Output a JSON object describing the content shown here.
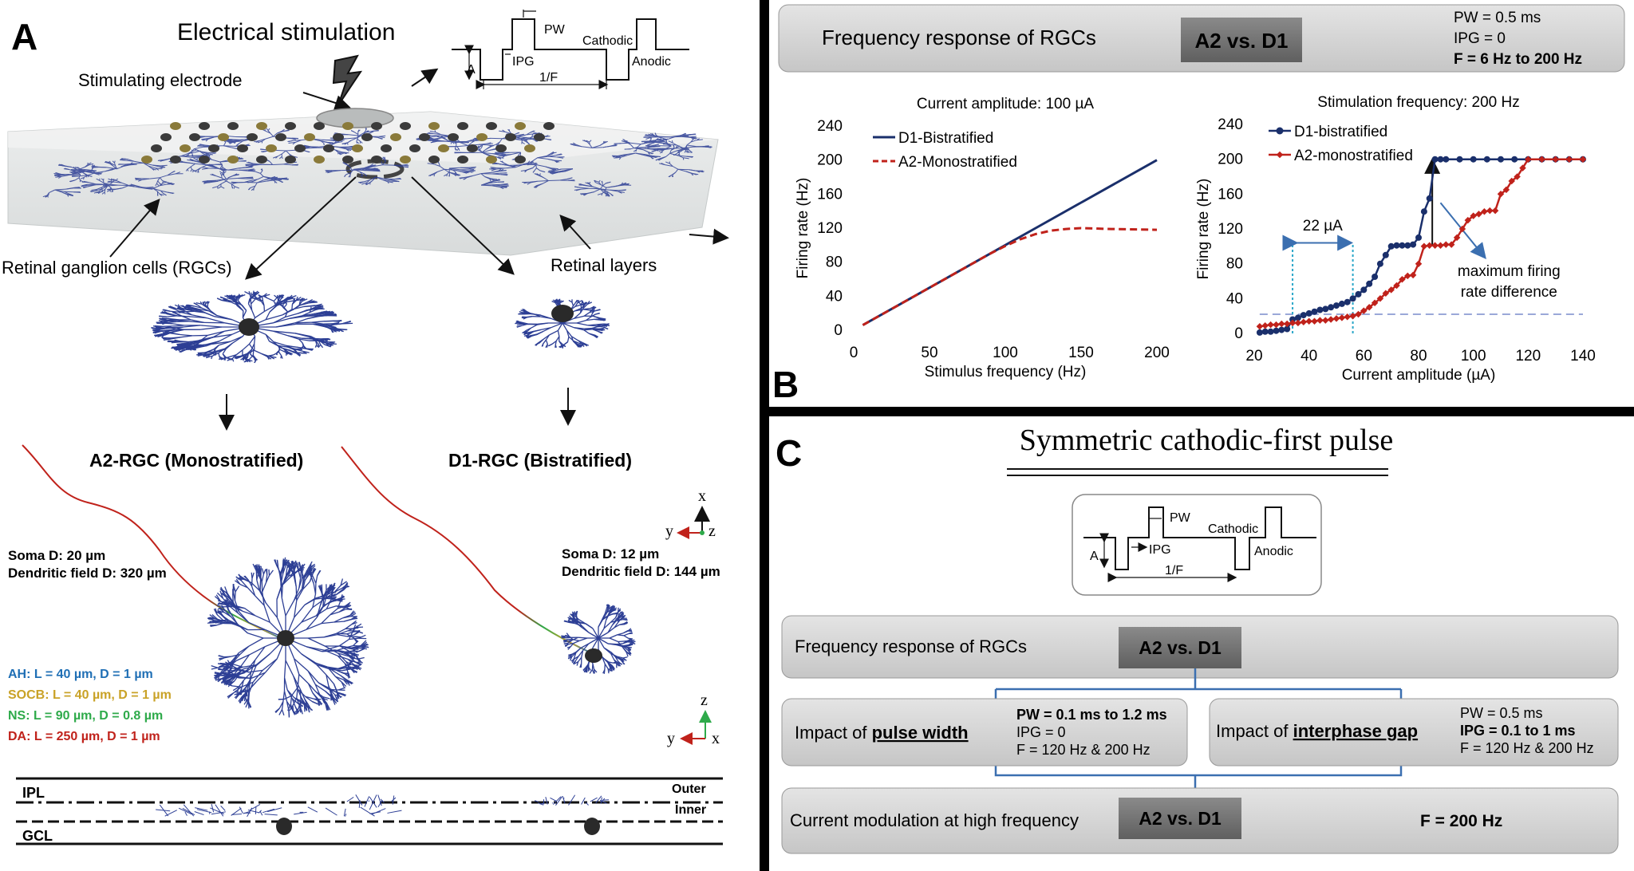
{
  "panelA": {
    "letter": "A",
    "title": "Electrical stimulation",
    "electrode_label": "Stimulating electrode",
    "rgc_label": "Retinal ganglion cells (RGCs)",
    "layers_label": "Retinal layers",
    "waveform": {
      "pw": "PW",
      "ipg": "IPG",
      "a": "A",
      "period": "1/F",
      "cathodic": "Cathodic",
      "anodic": "Anodic"
    },
    "a2_title": "A2-RGC (Monostratified)",
    "d1_title": "D1-RGC (Bistratified)",
    "a2_soma": "Soma D: 20 µm",
    "a2_field": "Dendritic field D: 320 µm",
    "d1_soma": "Soma D: 12 µm",
    "d1_field": "Dendritic field D: 144 µm",
    "segments": [
      {
        "text": "AH: L = 40 µm, D = 1 µm",
        "color": "#1f6fb5"
      },
      {
        "text": "SOCB: L = 40 µm, D = 1 µm",
        "color": "#c9a227"
      },
      {
        "text": "NS: L = 90 µm, D = 0.8 µm",
        "color": "#2eaa4a"
      },
      {
        "text": "DA: L = 250 µm, D = 1 µm",
        "color": "#c0221b"
      }
    ],
    "axes1": {
      "x": "x",
      "y": "y",
      "z": "z"
    },
    "axes2": {
      "z": "z",
      "y": "y",
      "x": "x"
    },
    "ipl": "IPL",
    "gcl": "GCL",
    "outer": "Outer",
    "inner": "Inner"
  },
  "panelB": {
    "letter": "B",
    "banner_title": "Frequency response of RGCs",
    "banner_tag": "A2 vs. D1",
    "params": [
      "PW = 0.5 ms",
      "IPG = 0",
      "F = 6 Hz to 200 Hz"
    ],
    "annot_22": "22 µA",
    "annot_max": [
      "maximum firing",
      "rate difference"
    ]
  },
  "panelC": {
    "letter": "C",
    "title": "Symmetric cathodic-first pulse",
    "waveform": {
      "pw": "PW",
      "ipg": "IPG",
      "a": "A",
      "period": "1/F",
      "cathodic": "Cathodic",
      "anodic": "Anodic"
    },
    "row1_label": "Frequency response of RGCs",
    "row1_tag": "A2 vs. D1",
    "pw_box": {
      "prefix": "Impact of ",
      "bold": "pulse width",
      "params": [
        "PW = 0.1 ms to 1.2 ms",
        "IPG = 0",
        "F = 120 Hz & 200 Hz"
      ]
    },
    "ipg_box": {
      "prefix": "Impact of ",
      "bold": "interphase gap",
      "params": [
        "PW = 0.5 ms",
        "IPG = 0.1 to 1 ms",
        "F = 120 Hz & 200 Hz"
      ]
    },
    "row3_label": "Current modulation at high frequency",
    "row3_tag": "A2 vs. D1",
    "row3_f": "F = 200 Hz"
  },
  "chart_data": [
    {
      "type": "line",
      "title": "Current amplitude: 100 µA",
      "xlabel": "Stimulus frequency (Hz)",
      "ylabel": "Firing rate (Hz)",
      "xlim": [
        0,
        200
      ],
      "ylim": [
        0,
        240
      ],
      "xticks": [
        0,
        50,
        100,
        150,
        200
      ],
      "yticks": [
        0,
        40,
        80,
        120,
        160,
        200,
        240
      ],
      "legend": "top-left",
      "series": [
        {
          "name": "D1-Bistratified",
          "color": "#1a2f6b",
          "dash": false,
          "x": [
            6,
            50,
            100,
            120,
            150,
            200
          ],
          "y": [
            6,
            50,
            100,
            120,
            150,
            200
          ]
        },
        {
          "name": "A2-Monostratified",
          "color": "#c0221b",
          "dash": true,
          "x": [
            6,
            50,
            90,
            100,
            110,
            120,
            130,
            140,
            150,
            170,
            200
          ],
          "y": [
            6,
            50,
            90,
            99,
            107,
            113,
            117,
            119,
            120,
            119,
            118
          ]
        }
      ]
    },
    {
      "type": "line",
      "title": "Stimulation frequency: 200 Hz",
      "xlabel": "Current amplitude (µA)",
      "ylabel": "Firing rate (Hz)",
      "xlim": [
        20,
        140
      ],
      "ylim": [
        0,
        240
      ],
      "xticks": [
        20,
        40,
        60,
        80,
        100,
        120,
        140
      ],
      "yticks": [
        0,
        40,
        80,
        120,
        160,
        200,
        240
      ],
      "legend": "top-left",
      "series": [
        {
          "name": "D1-bistratified",
          "color": "#1a2f6b",
          "marker": "circle",
          "x": [
            22,
            24,
            26,
            28,
            30,
            32,
            34,
            36,
            38,
            40,
            42,
            44,
            46,
            48,
            50,
            52,
            54,
            56,
            58,
            60,
            62,
            64,
            66,
            68,
            70,
            72,
            74,
            76,
            78,
            80,
            82,
            84,
            86,
            88,
            90,
            95,
            100,
            105,
            110,
            115,
            120,
            125,
            130,
            135,
            140
          ],
          "y": [
            1,
            2,
            2,
            3,
            4,
            5,
            16,
            18,
            21,
            23,
            25,
            27,
            28,
            30,
            32,
            34,
            36,
            40,
            45,
            50,
            57,
            65,
            80,
            90,
            100,
            101,
            101,
            101,
            102,
            110,
            140,
            155,
            200,
            200,
            200,
            200,
            200,
            200,
            200,
            200,
            200,
            200,
            200,
            200,
            200
          ]
        },
        {
          "name": "A2-monostratified",
          "color": "#c0221b",
          "marker": "diamond",
          "x": [
            22,
            24,
            26,
            28,
            30,
            32,
            34,
            36,
            38,
            40,
            42,
            44,
            46,
            48,
            50,
            52,
            54,
            56,
            58,
            60,
            62,
            64,
            66,
            68,
            70,
            72,
            74,
            76,
            78,
            80,
            82,
            84,
            86,
            88,
            90,
            92,
            94,
            96,
            98,
            100,
            102,
            104,
            106,
            108,
            110,
            112,
            114,
            116,
            118,
            120,
            125,
            130,
            135,
            140
          ],
          "y": [
            8,
            9,
            10,
            10,
            11,
            11,
            12,
            12,
            13,
            14,
            14,
            15,
            15,
            16,
            17,
            18,
            19,
            20,
            22,
            26,
            30,
            35,
            40,
            46,
            50,
            55,
            62,
            66,
            67,
            80,
            100,
            101,
            101,
            101,
            102,
            102,
            110,
            120,
            130,
            135,
            137,
            140,
            141,
            141,
            160,
            165,
            175,
            180,
            190,
            200,
            200,
            200,
            200,
            200
          ]
        }
      ]
    }
  ]
}
